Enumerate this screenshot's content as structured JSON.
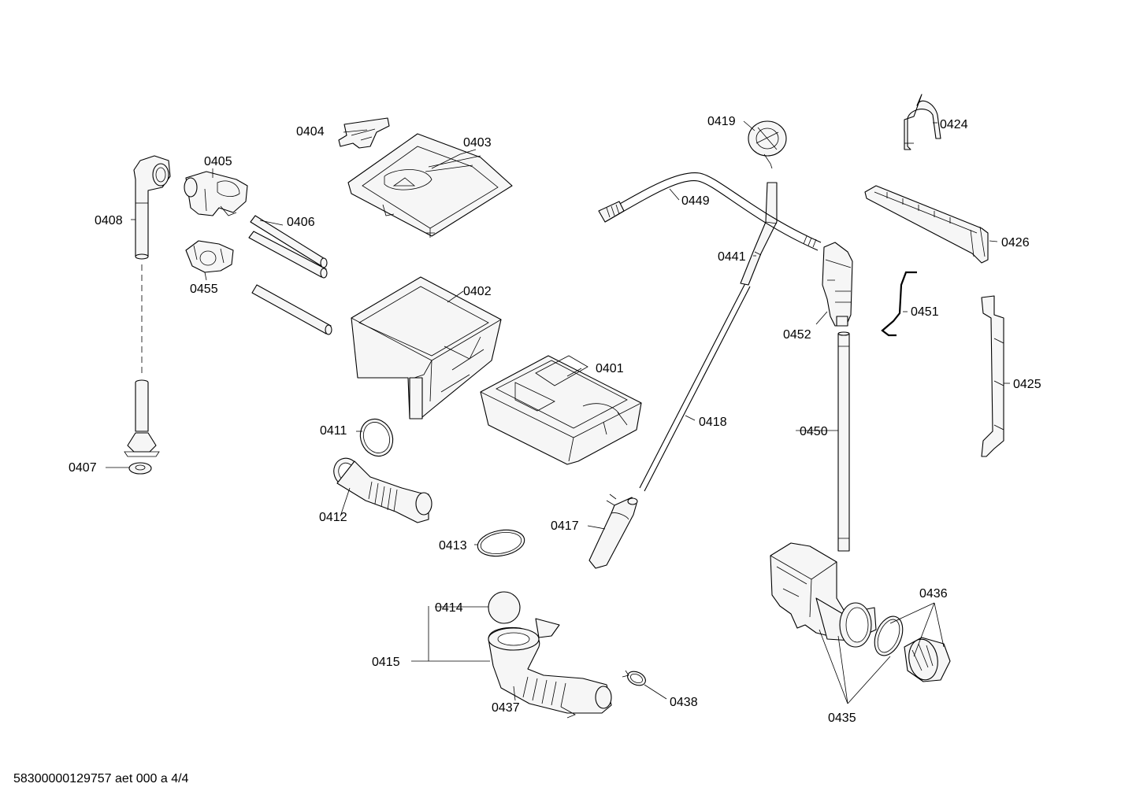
{
  "labels": {
    "p0401": "0401",
    "p0402": "0402",
    "p0403": "0403",
    "p0404": "0404",
    "p0405": "0405",
    "p0406": "0406",
    "p0407": "0407",
    "p0408": "0408",
    "p0411": "0411",
    "p0412": "0412",
    "p0413": "0413",
    "p0414": "0414",
    "p0415": "0415",
    "p0417": "0417",
    "p0418": "0418",
    "p0419": "0419",
    "p0424": "0424",
    "p0425": "0425",
    "p0426": "0426",
    "p0435": "0435",
    "p0436": "0436",
    "p0437": "0437",
    "p0438": "0438",
    "p0441": "0441",
    "p0449": "0449",
    "p0450": "0450",
    "p0451": "0451",
    "p0452": "0452",
    "p0455": "0455"
  },
  "footer": "58300000129757 aet 000 a 4/4"
}
